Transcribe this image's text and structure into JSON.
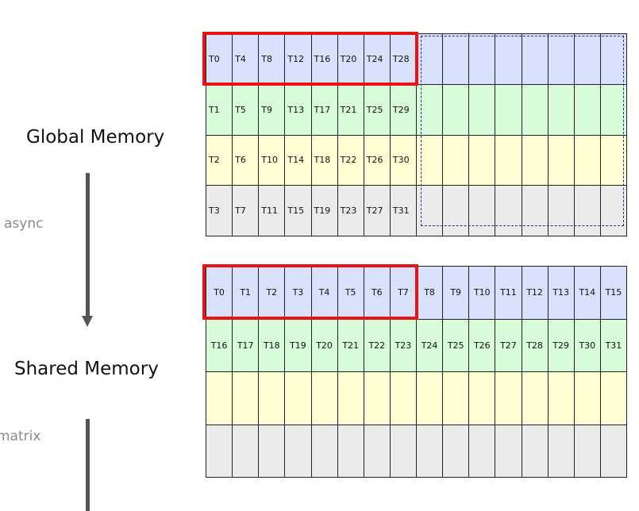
{
  "labels": {
    "global_memory": "Global Memory",
    "shared_memory": "Shared Memory",
    "async": "async",
    "matrix": "matrix"
  },
  "colors": {
    "row_blue": "#d9e1fc",
    "row_green": "#d8fbd9",
    "row_yellow": "#ffffd5",
    "row_gray": "#ebebeb",
    "highlight_red": "#e61414",
    "dashed_blue": "#1f2fa0"
  },
  "global_memory_grid": [
    [
      "T0",
      "T4",
      "T8",
      "T12",
      "T16",
      "T20",
      "T24",
      "T28",
      "",
      "",
      "",
      "",
      "",
      "",
      "",
      ""
    ],
    [
      "T1",
      "T5",
      "T9",
      "T13",
      "T17",
      "T21",
      "T25",
      "T29",
      "",
      "",
      "",
      "",
      "",
      "",
      "",
      ""
    ],
    [
      "T2",
      "T6",
      "T10",
      "T14",
      "T18",
      "T22",
      "T26",
      "T30",
      "",
      "",
      "",
      "",
      "",
      "",
      "",
      ""
    ],
    [
      "T3",
      "T7",
      "T11",
      "T15",
      "T19",
      "T23",
      "T27",
      "T31",
      "",
      "",
      "",
      "",
      "",
      "",
      "",
      ""
    ]
  ],
  "shared_memory_grid": [
    [
      "T0",
      "T1",
      "T2",
      "T3",
      "T4",
      "T5",
      "T6",
      "T7",
      "T8",
      "T9",
      "T10",
      "T11",
      "T12",
      "T13",
      "T14",
      "T15"
    ],
    [
      "T16",
      "T17",
      "T18",
      "T19",
      "T20",
      "T21",
      "T22",
      "T23",
      "T24",
      "T25",
      "T26",
      "T27",
      "T28",
      "T29",
      "T30",
      "T31"
    ],
    [
      "",
      "",
      "",
      "",
      "",
      "",
      "",
      "",
      "",
      "",
      "",
      "",
      "",
      "",
      "",
      ""
    ],
    [
      "",
      "",
      "",
      "",
      "",
      "",
      "",
      "",
      "",
      "",
      "",
      "",
      "",
      "",
      "",
      ""
    ]
  ]
}
